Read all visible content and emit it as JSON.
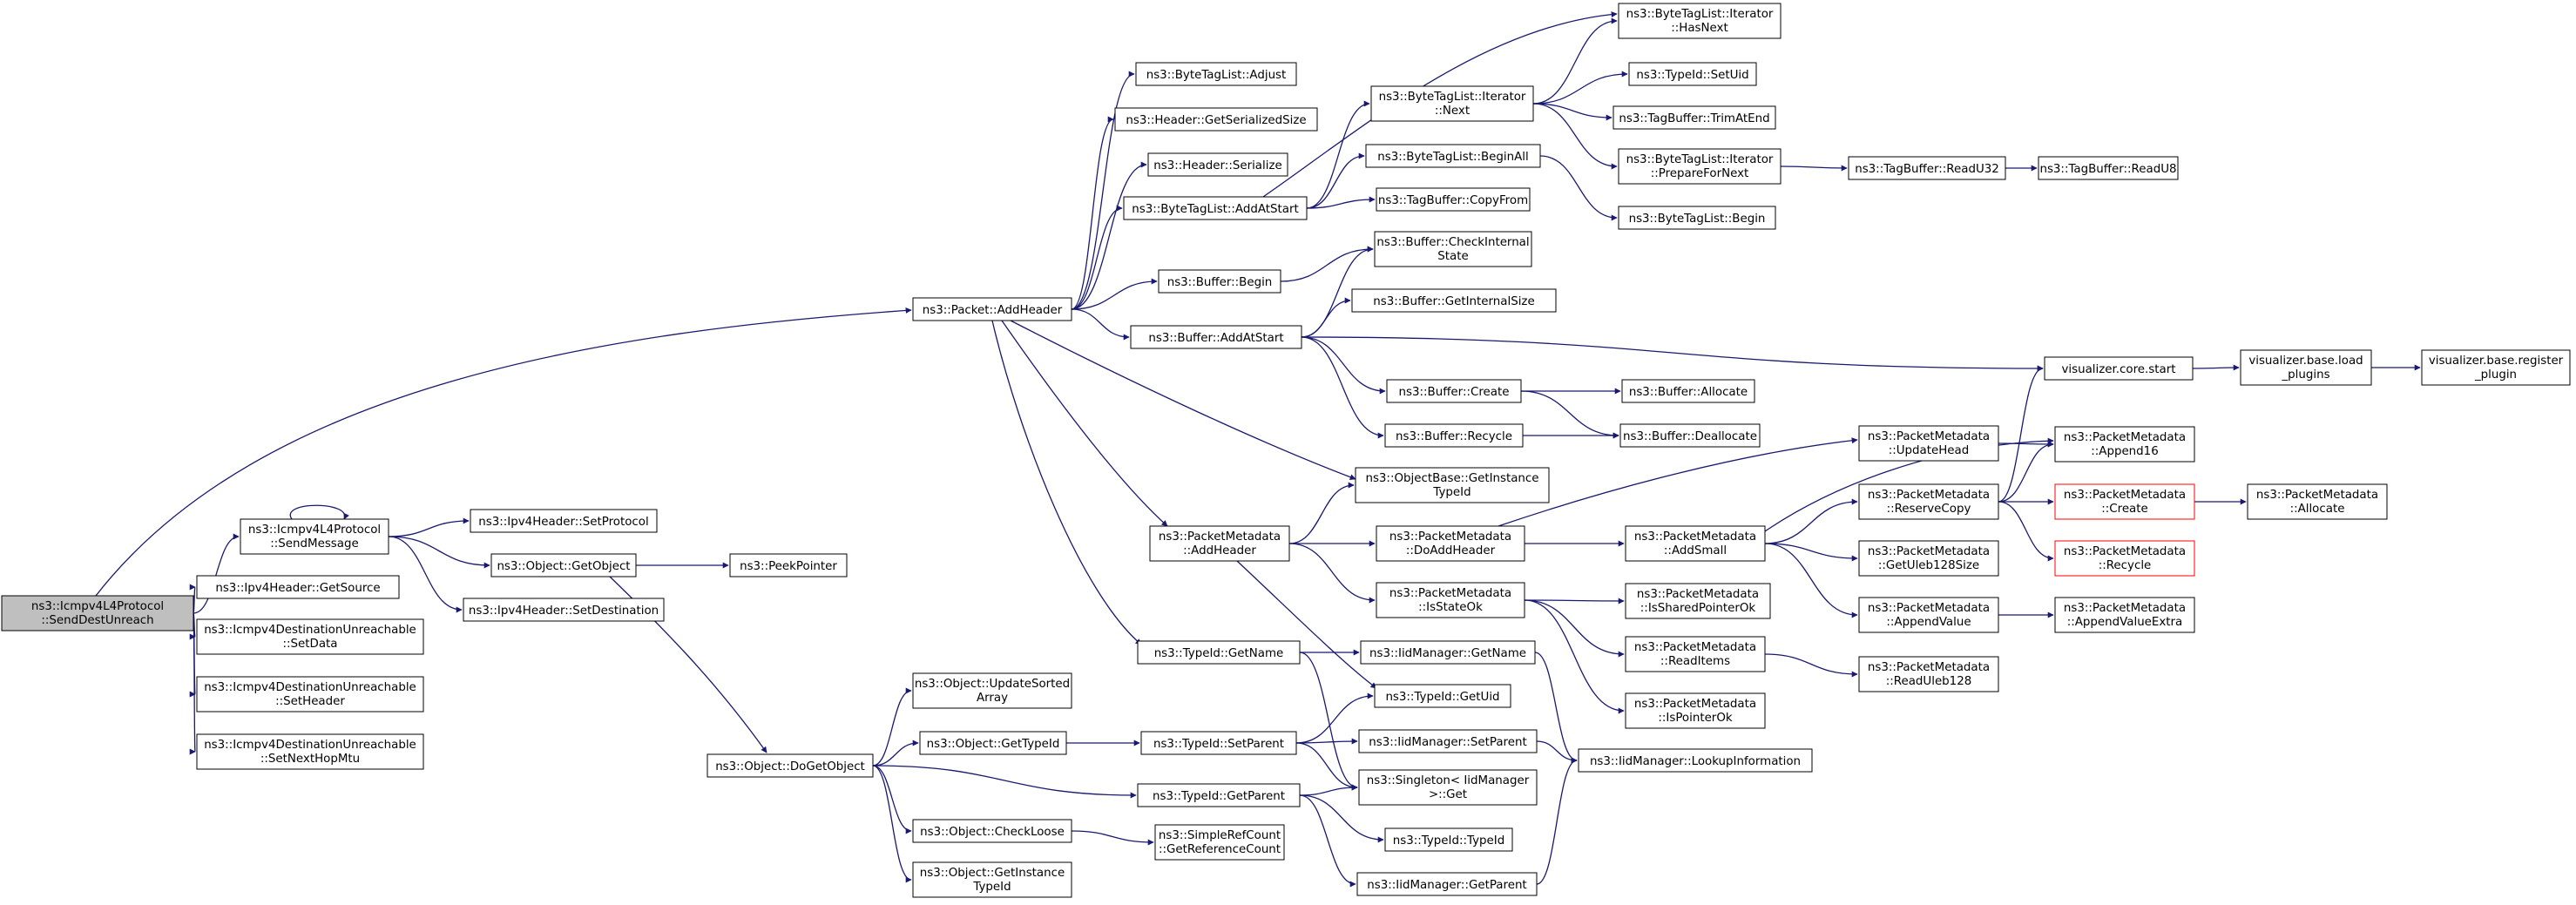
{
  "colors": {
    "edge": "#191970",
    "box_border": "#000000",
    "root_fill": "#bfbfbf",
    "error_border": "#ff0000",
    "text": "#000000",
    "background": "#ffffff"
  },
  "nodes": [
    {
      "id": "root",
      "lines": [
        "ns3::Icmpv4L4Protocol",
        "::SendDestUnreach"
      ],
      "root": true
    },
    {
      "id": "sendmsg",
      "lines": [
        "ns3::Icmpv4L4Protocol",
        "::SendMessage"
      ]
    },
    {
      "id": "getsource",
      "lines": [
        "ns3::Ipv4Header::GetSource"
      ]
    },
    {
      "id": "setdata",
      "lines": [
        "ns3::Icmpv4DestinationUnreachable",
        "::SetData"
      ]
    },
    {
      "id": "setheader",
      "lines": [
        "ns3::Icmpv4DestinationUnreachable",
        "::SetHeader"
      ]
    },
    {
      "id": "setnexthop",
      "lines": [
        "ns3::Icmpv4DestinationUnreachable",
        "::SetNextHopMtu"
      ]
    },
    {
      "id": "setprotocol",
      "lines": [
        "ns3::Ipv4Header::SetProtocol"
      ]
    },
    {
      "id": "getobject",
      "lines": [
        "ns3::Object::GetObject"
      ]
    },
    {
      "id": "setdest",
      "lines": [
        "ns3::Ipv4Header::SetDestination"
      ]
    },
    {
      "id": "peekpointer",
      "lines": [
        "ns3::PeekPointer"
      ]
    },
    {
      "id": "addheader",
      "lines": [
        "ns3::Packet::AddHeader"
      ]
    },
    {
      "id": "dogetobject",
      "lines": [
        "ns3::Object::DoGetObject"
      ]
    },
    {
      "id": "updatesorted",
      "lines": [
        "ns3::Object::UpdateSorted",
        "Array"
      ]
    },
    {
      "id": "objgettypeid",
      "lines": [
        "ns3::Object::GetTypeId"
      ]
    },
    {
      "id": "checkloose",
      "lines": [
        "ns3::Object::CheckLoose"
      ]
    },
    {
      "id": "objgetinstance",
      "lines": [
        "ns3::Object::GetInstance",
        "TypeId"
      ]
    },
    {
      "id": "btladjust",
      "lines": [
        "ns3::ByteTagList::Adjust"
      ]
    },
    {
      "id": "hdrgetsize",
      "lines": [
        "ns3::Header::GetSerializedSize"
      ]
    },
    {
      "id": "hdrserialize",
      "lines": [
        "ns3::Header::Serialize"
      ]
    },
    {
      "id": "btladdatstart",
      "lines": [
        "ns3::ByteTagList::AddAtStart"
      ]
    },
    {
      "id": "bufbegin",
      "lines": [
        "ns3::Buffer::Begin"
      ]
    },
    {
      "id": "bufaddatstart",
      "lines": [
        "ns3::Buffer::AddAtStart"
      ]
    },
    {
      "id": "pmaddheader",
      "lines": [
        "ns3::PacketMetadata",
        "::AddHeader"
      ]
    },
    {
      "id": "tidgetname",
      "lines": [
        "ns3::TypeId::GetName"
      ]
    },
    {
      "id": "tidsetparent",
      "lines": [
        "ns3::TypeId::SetParent"
      ]
    },
    {
      "id": "tidgetparent",
      "lines": [
        "ns3::TypeId::GetParent"
      ]
    },
    {
      "id": "getrefcount",
      "lines": [
        "ns3::SimpleRefCount",
        "::GetReferenceCount"
      ]
    },
    {
      "id": "btliternext",
      "lines": [
        "ns3::ByteTagList::Iterator",
        "::Next"
      ]
    },
    {
      "id": "btlbeginall",
      "lines": [
        "ns3::ByteTagList::BeginAll"
      ]
    },
    {
      "id": "tbcopyfrom",
      "lines": [
        "ns3::TagBuffer::CopyFrom"
      ]
    },
    {
      "id": "bufcheckinternal",
      "lines": [
        "ns3::Buffer::CheckInternal",
        "State"
      ]
    },
    {
      "id": "bufgetinternalsize",
      "lines": [
        "ns3::Buffer::GetInternalSize"
      ]
    },
    {
      "id": "bufcreate",
      "lines": [
        "ns3::Buffer::Create"
      ]
    },
    {
      "id": "bufrecycle",
      "lines": [
        "ns3::Buffer::Recycle"
      ]
    },
    {
      "id": "objbasegetinstance",
      "lines": [
        "ns3::ObjectBase::GetInstance",
        "TypeId"
      ]
    },
    {
      "id": "pmdoaddheader",
      "lines": [
        "ns3::PacketMetadata",
        "::DoAddHeader"
      ]
    },
    {
      "id": "pmisstateok",
      "lines": [
        "ns3::PacketMetadata",
        "::IsStateOk"
      ]
    },
    {
      "id": "tidgetuid",
      "lines": [
        "ns3::TypeId::GetUid"
      ]
    },
    {
      "id": "iidmgetname",
      "lines": [
        "ns3::IidManager::GetName"
      ]
    },
    {
      "id": "iidmsetparent",
      "lines": [
        "ns3::IidManager::SetParent"
      ]
    },
    {
      "id": "singletonget",
      "lines": [
        "ns3::Singleton< IidManager",
        " >::Get"
      ]
    },
    {
      "id": "tidtypeid",
      "lines": [
        "ns3::TypeId::TypeId"
      ]
    },
    {
      "id": "iidmgetparent",
      "lines": [
        "ns3::IidManager::GetParent"
      ]
    },
    {
      "id": "btlhasnext",
      "lines": [
        "ns3::ByteTagList::Iterator",
        "::HasNext"
      ]
    },
    {
      "id": "tidsetuid",
      "lines": [
        "ns3::TypeId::SetUid"
      ]
    },
    {
      "id": "tbtrimatend",
      "lines": [
        "ns3::TagBuffer::TrimAtEnd"
      ]
    },
    {
      "id": "btlprepare",
      "lines": [
        "ns3::ByteTagList::Iterator",
        "::PrepareForNext"
      ]
    },
    {
      "id": "btlbegin",
      "lines": [
        "ns3::ByteTagList::Begin"
      ]
    },
    {
      "id": "bufallocate",
      "lines": [
        "ns3::Buffer::Allocate"
      ]
    },
    {
      "id": "bufdeallocate",
      "lines": [
        "ns3::Buffer::Deallocate"
      ]
    },
    {
      "id": "pmaddsmall",
      "lines": [
        "ns3::PacketMetadata",
        "::AddSmall"
      ]
    },
    {
      "id": "pmissharedptr",
      "lines": [
        "ns3::PacketMetadata",
        "::IsSharedPointerOk"
      ]
    },
    {
      "id": "pmreaditems",
      "lines": [
        "ns3::PacketMetadata",
        "::ReadItems"
      ]
    },
    {
      "id": "pmispointerok",
      "lines": [
        "ns3::PacketMetadata",
        "::IsPointerOk"
      ]
    },
    {
      "id": "iidmlookup",
      "lines": [
        "ns3::IidManager::LookupInformation"
      ]
    },
    {
      "id": "tbreadu32",
      "lines": [
        "ns3::TagBuffer::ReadU32"
      ]
    },
    {
      "id": "tbreadu8",
      "lines": [
        "ns3::TagBuffer::ReadU8"
      ]
    },
    {
      "id": "pmupdatehead",
      "lines": [
        "ns3::PacketMetadata",
        "::UpdateHead"
      ]
    },
    {
      "id": "pmreservecopy",
      "lines": [
        "ns3::PacketMetadata",
        "::ReserveCopy"
      ]
    },
    {
      "id": "pmgetuleb",
      "lines": [
        "ns3::PacketMetadata",
        "::GetUleb128Size"
      ]
    },
    {
      "id": "pmappendvalue",
      "lines": [
        "ns3::PacketMetadata",
        "::AppendValue"
      ]
    },
    {
      "id": "pmreaduleb",
      "lines": [
        "ns3::PacketMetadata",
        "::ReadUleb128"
      ]
    },
    {
      "id": "viscorestart",
      "lines": [
        "visualizer.core.start"
      ]
    },
    {
      "id": "pmappend16",
      "lines": [
        "ns3::PacketMetadata",
        "::Append16"
      ]
    },
    {
      "id": "pmcreate",
      "lines": [
        "ns3::PacketMetadata",
        "::Create"
      ],
      "error": true
    },
    {
      "id": "pmrecycle",
      "lines": [
        "ns3::PacketMetadata",
        "::Recycle"
      ],
      "error": true
    },
    {
      "id": "pmappendvalueextra",
      "lines": [
        "ns3::PacketMetadata",
        "::AppendValueExtra"
      ]
    },
    {
      "id": "visloadplugins",
      "lines": [
        "visualizer.base.load",
        "_plugins"
      ]
    },
    {
      "id": "pmallocate",
      "lines": [
        "ns3::PacketMetadata",
        "::Allocate"
      ]
    },
    {
      "id": "visregisterplugin",
      "lines": [
        "visualizer.base.register",
        "_plugin"
      ]
    }
  ]
}
